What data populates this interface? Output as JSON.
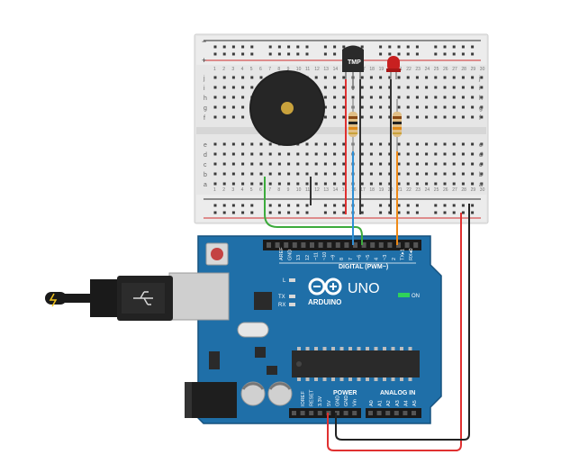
{
  "breadboard": {
    "row_letters_top": [
      "j",
      "i",
      "h",
      "g",
      "f"
    ],
    "row_letters_bottom": [
      "e",
      "d",
      "c",
      "b",
      "a"
    ],
    "column_numbers": [
      "1",
      "2",
      "3",
      "4",
      "5",
      "6",
      "7",
      "8",
      "9",
      "10",
      "11",
      "12",
      "13",
      "14",
      "15",
      "16",
      "17",
      "18",
      "19",
      "20",
      "21",
      "22",
      "23",
      "24",
      "25",
      "26",
      "27",
      "28",
      "29",
      "30"
    ],
    "rail_plus": "+",
    "rail_minus": "−"
  },
  "sensor": {
    "label": "TMP"
  },
  "board": {
    "logo": "UNO",
    "brand": "ARDUINO",
    "digital_label": "DIGITAL (PWM~)",
    "digital_pins": [
      "AREF",
      "GND",
      "13",
      "12",
      "~11",
      "~10",
      "~9",
      "8",
      "7",
      "~6",
      "~5",
      "4",
      "~3",
      "2",
      "TX▸1",
      "RX◂0"
    ],
    "power_label": "POWER",
    "power_pins": [
      "IOREF",
      "RESET",
      "3.3V",
      "5V",
      "GND",
      "GND",
      "Vin"
    ],
    "analog_label": "ANALOG IN",
    "analog_pins": [
      "A0",
      "A1",
      "A2",
      "A3",
      "A4",
      "A5"
    ],
    "led_labels": [
      "L",
      "TX",
      "RX"
    ],
    "on_label": "ON"
  },
  "colors": {
    "board_blue": "#1f6fa8",
    "board_dark": "#16527f",
    "wire_green": "#3cab3c",
    "wire_red": "#e03030",
    "wire_black": "#222222",
    "wire_blue": "#2e8fd6",
    "wire_orange": "#ef8a17",
    "led_red": "#c82020",
    "breadboard": "#e8e8e8"
  }
}
